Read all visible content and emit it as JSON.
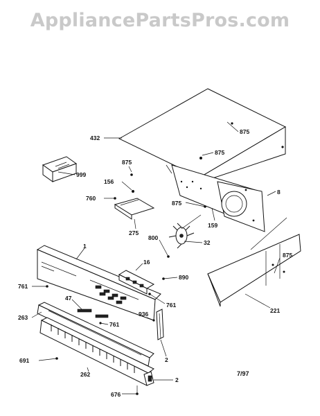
{
  "watermark": {
    "text": "AppliancePartsPros.com"
  },
  "revision_date": "7/97",
  "callouts": {
    "c432": "432",
    "c875a": "875",
    "c875b": "875",
    "c875c": "875",
    "c875d": "875",
    "c875e": "875",
    "c999": "999",
    "c156": "156",
    "c760": "760",
    "c275": "275",
    "c8": "8",
    "c159": "159",
    "c800": "800",
    "c32": "32",
    "c1": "1",
    "c16": "16",
    "c890": "890",
    "c761a": "761",
    "c761b": "761",
    "c761c": "761",
    "c47": "47",
    "c263": "263",
    "c936": "936",
    "c2a": "2",
    "c2b": "2",
    "c221": "221",
    "c691": "691",
    "c262": "262",
    "c676": "676"
  }
}
